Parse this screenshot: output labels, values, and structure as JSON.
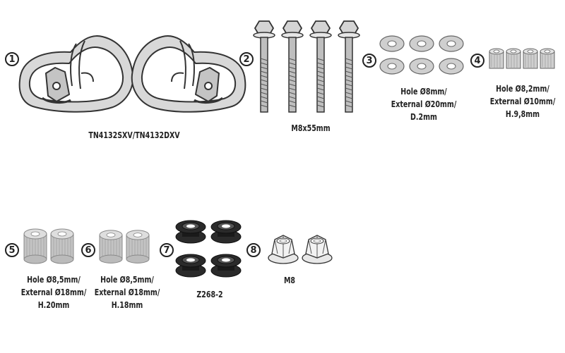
{
  "parts": [
    {
      "number": "1",
      "label_lines": []
    },
    {
      "number": "2",
      "label_lines": []
    },
    {
      "number": "3",
      "label_lines": [
        "Hole Ø8mm/",
        "External Ø20mm/",
        "D.2mm"
      ]
    },
    {
      "number": "4",
      "label_lines": [
        "Hole Ø8,2mm/",
        "External Ø10mm/",
        "H.9,8mm"
      ]
    },
    {
      "number": "5",
      "label_lines": [
        "Hole Ø8,5mm/",
        "External Ø18mm/",
        "H.20mm"
      ]
    },
    {
      "number": "6",
      "label_lines": [
        "Hole Ø8,5mm/",
        "External Ø18mm/",
        "H.18mm"
      ]
    },
    {
      "number": "7",
      "label_lines": [
        "Z268-2"
      ]
    },
    {
      "number": "8",
      "label_lines": [
        "M8"
      ]
    }
  ],
  "shared_labels": {
    "brackets": "TN4132SXV/TN4132DXV",
    "bolts": "M8x55mm"
  },
  "colors": {
    "outline": "#333333",
    "metal": "#c9c9c9",
    "spacer": "#bdbdbd",
    "rubber": "#1e1e1e"
  }
}
